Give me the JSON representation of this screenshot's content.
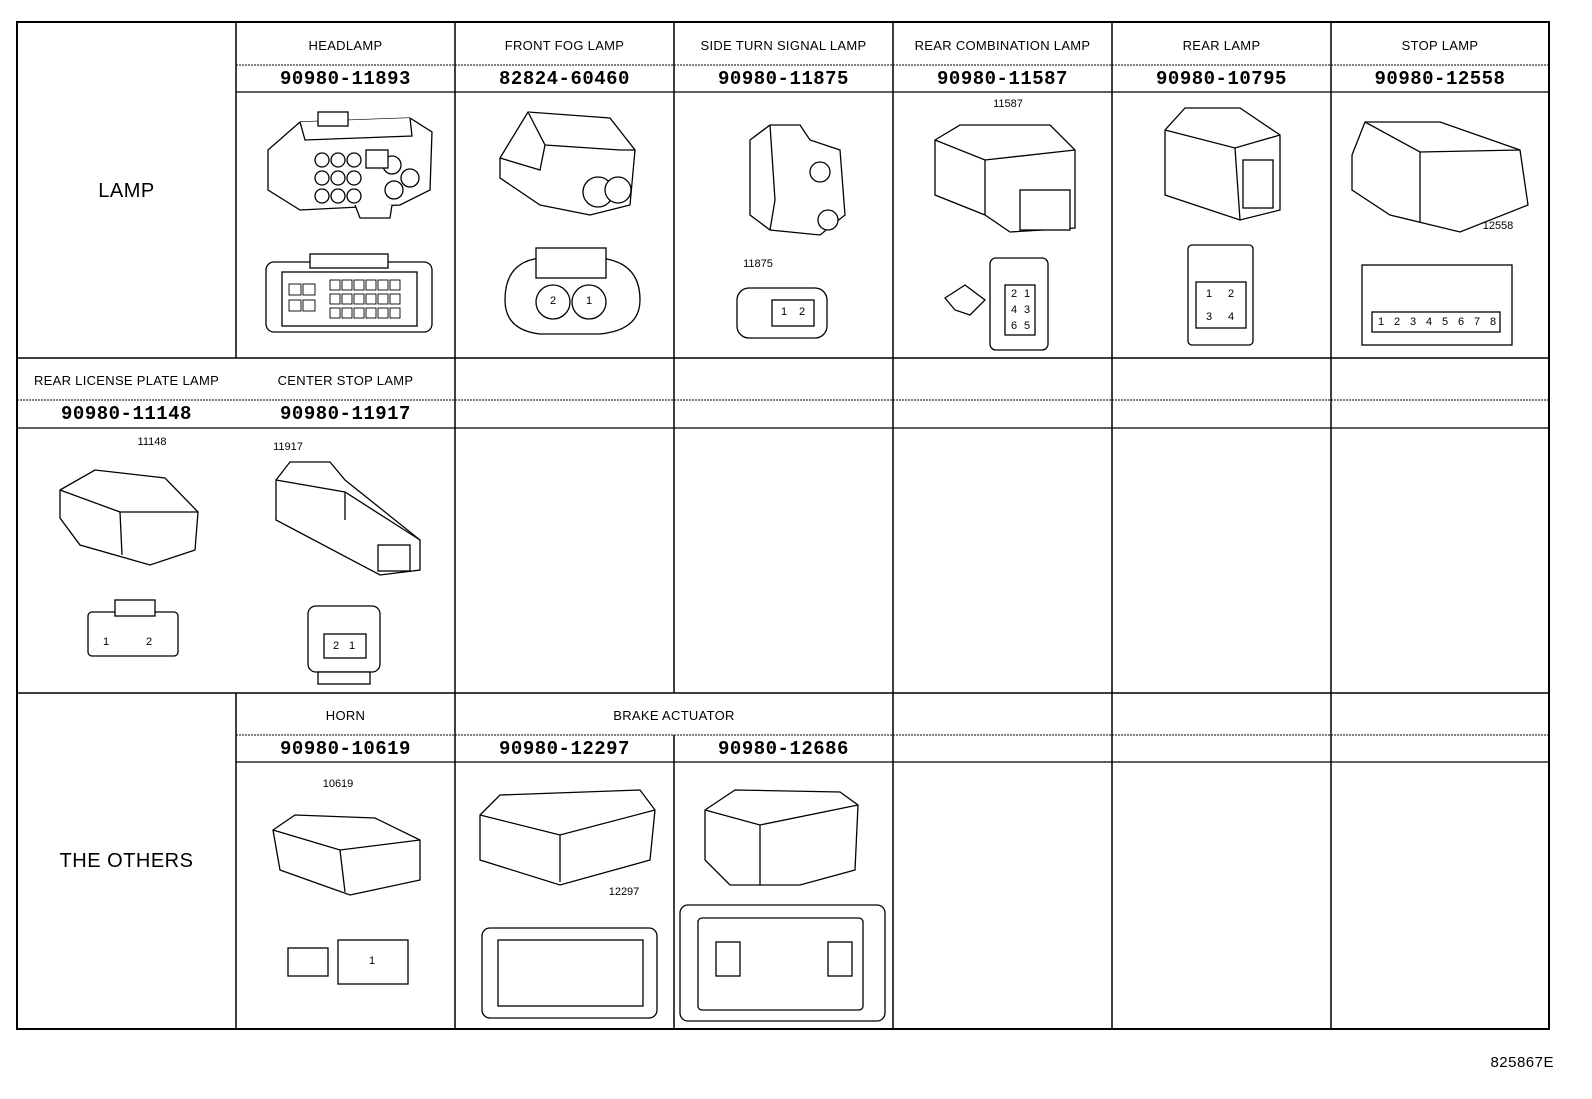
{
  "figure_id": "825867E",
  "sections": [
    {
      "category": "LAMP",
      "rows": [
        [
          {
            "name": "HEADLAMP",
            "part": "90980-11893"
          },
          {
            "name": "FRONT FOG LAMP",
            "part": "82824-60460",
            "pins": [
              "2",
              "1"
            ]
          },
          {
            "name": "SIDE TURN SIGNAL LAMP",
            "part": "90980-11875",
            "tag": "11875",
            "pins": [
              "1",
              "2"
            ]
          },
          {
            "name": "REAR COMBINATION LAMP",
            "part": "90980-11587",
            "tag": "11587",
            "pins": [
              "2",
              "1",
              "4",
              "3",
              "6",
              "5"
            ]
          },
          {
            "name": "REAR LAMP",
            "part": "90980-10795",
            "pins": [
              "1",
              "2",
              "3",
              "4"
            ]
          },
          {
            "name": "STOP LAMP",
            "part": "90980-12558",
            "tag": "12558",
            "pins": [
              "1",
              "2",
              "3",
              "4",
              "5",
              "6",
              "7",
              "8"
            ]
          }
        ],
        [
          {
            "name": "REAR LICENSE PLATE LAMP",
            "part": "90980-11148",
            "tag": "11148",
            "pins": [
              "1",
              "2"
            ]
          },
          {
            "name": "CENTER STOP LAMP",
            "part": "90980-11917",
            "tag": "11917",
            "pins": [
              "2",
              "1"
            ]
          }
        ]
      ]
    },
    {
      "category": "THE OTHERS",
      "rows": [
        [
          {
            "name": "HORN",
            "part": "90980-10619",
            "tag": "10619",
            "pins": [
              "1"
            ]
          },
          {
            "name": "BRAKE ACTUATOR",
            "part": "90980-12297",
            "tag": "12297"
          },
          {
            "name": "",
            "part": "90980-12686"
          }
        ]
      ]
    }
  ]
}
